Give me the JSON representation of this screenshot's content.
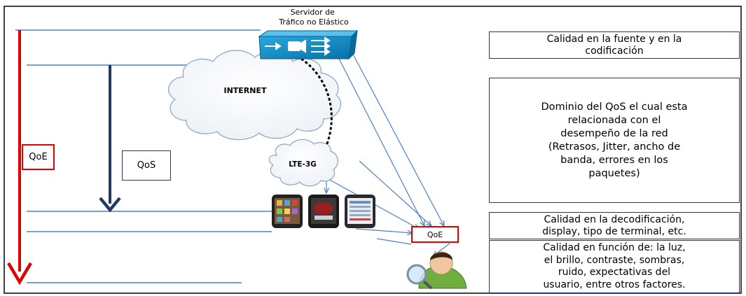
{
  "server": {
    "label": "Servidor de\nTráfico no Elástico"
  },
  "clouds": {
    "internet": "INTERNET",
    "lte": "LTE-3G"
  },
  "left": {
    "qoe": "QoE",
    "qos": "QoS"
  },
  "center": {
    "qoe": "QoE"
  },
  "right_boxes": [
    "Calidad en la fuente y en la\ncodificación",
    "Dominio del QoS el cual esta\nrelacionada   con el\ndesempeño de la red\n(Retrasos, Jitter, ancho de\nbanda, errores en los\npaquetes)",
    "Calidad en la decodificación,\ndisplay, tipo de terminal, etc.",
    "Calidad en función de: la luz,\nel brillo, contraste, sombras,\nruido, expectativas del\nusuario, entre otros factores."
  ],
  "colors": {
    "frame": "#000000",
    "line": "#4f81bd",
    "red": "#e00000",
    "navy": "#1f3864",
    "device": "#0b8ac8"
  },
  "icons": [
    "video-server-icon",
    "internet-cloud-icon",
    "lte-cloud-icon",
    "smartphone-icon",
    "user-icon",
    "magnifier-icon"
  ]
}
